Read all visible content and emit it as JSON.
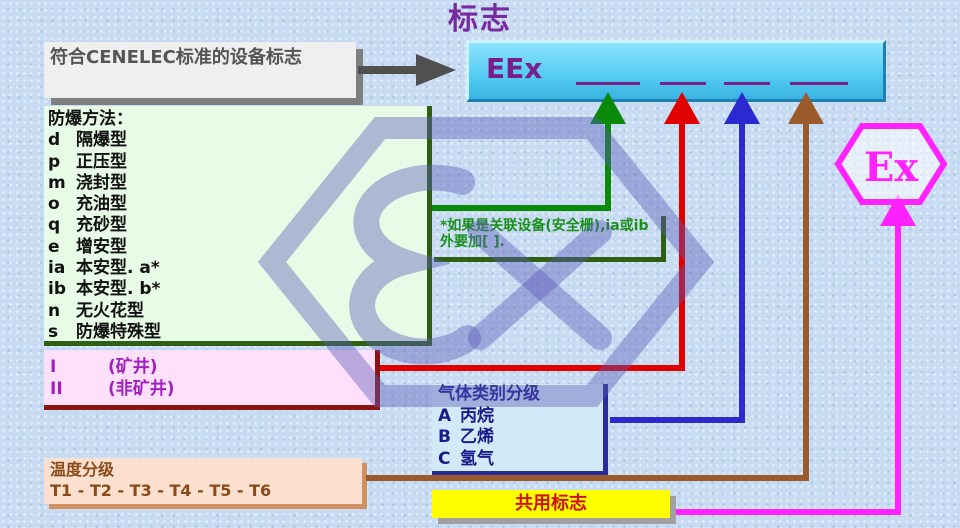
{
  "title": "标志",
  "cenelec_label": "符合CENELEC标准的设备标志",
  "eex_box": {
    "prefix": "EEx"
  },
  "methods": {
    "heading": "防爆方法：",
    "items": [
      {
        "code": "d",
        "name": "隔爆型"
      },
      {
        "code": "p",
        "name": "正压型"
      },
      {
        "code": "m",
        "name": "浇封型"
      },
      {
        "code": "o",
        "name": "充油型"
      },
      {
        "code": "q",
        "name": "充砂型"
      },
      {
        "code": "e",
        "name": "增安型"
      },
      {
        "code": "ia",
        "name": "本安型. a*"
      },
      {
        "code": "ib",
        "name": "本安型. b*"
      },
      {
        "code": "n",
        "name": "无火花型"
      },
      {
        "code": "s",
        "name": "防爆特殊型"
      }
    ]
  },
  "note": "*如果是关联设备(安全栅),ia或ib外要加[ ].",
  "group": {
    "items": [
      {
        "code": "I",
        "name": "(矿井)"
      },
      {
        "code": "II",
        "name": "(非矿井)"
      }
    ]
  },
  "gas": {
    "heading": "气体类别分级",
    "items": [
      {
        "code": "A",
        "name": "丙烷"
      },
      {
        "code": "B",
        "name": "乙烯"
      },
      {
        "code": "C",
        "name": "氢气"
      }
    ]
  },
  "temperature": {
    "heading": "温度分级",
    "classes": "T1 - T2 - T3 - T4 - T5 - T6"
  },
  "common": "共用标志",
  "ex_symbol": "Ex",
  "colors": {
    "methods_arrow": "#0a8a0a",
    "group_arrow": "#e00000",
    "gas_arrow": "#2a2ad0",
    "temp_arrow": "#9a5a2a",
    "common_arrow": "#ff22ff",
    "title": "#7a2aa0"
  }
}
